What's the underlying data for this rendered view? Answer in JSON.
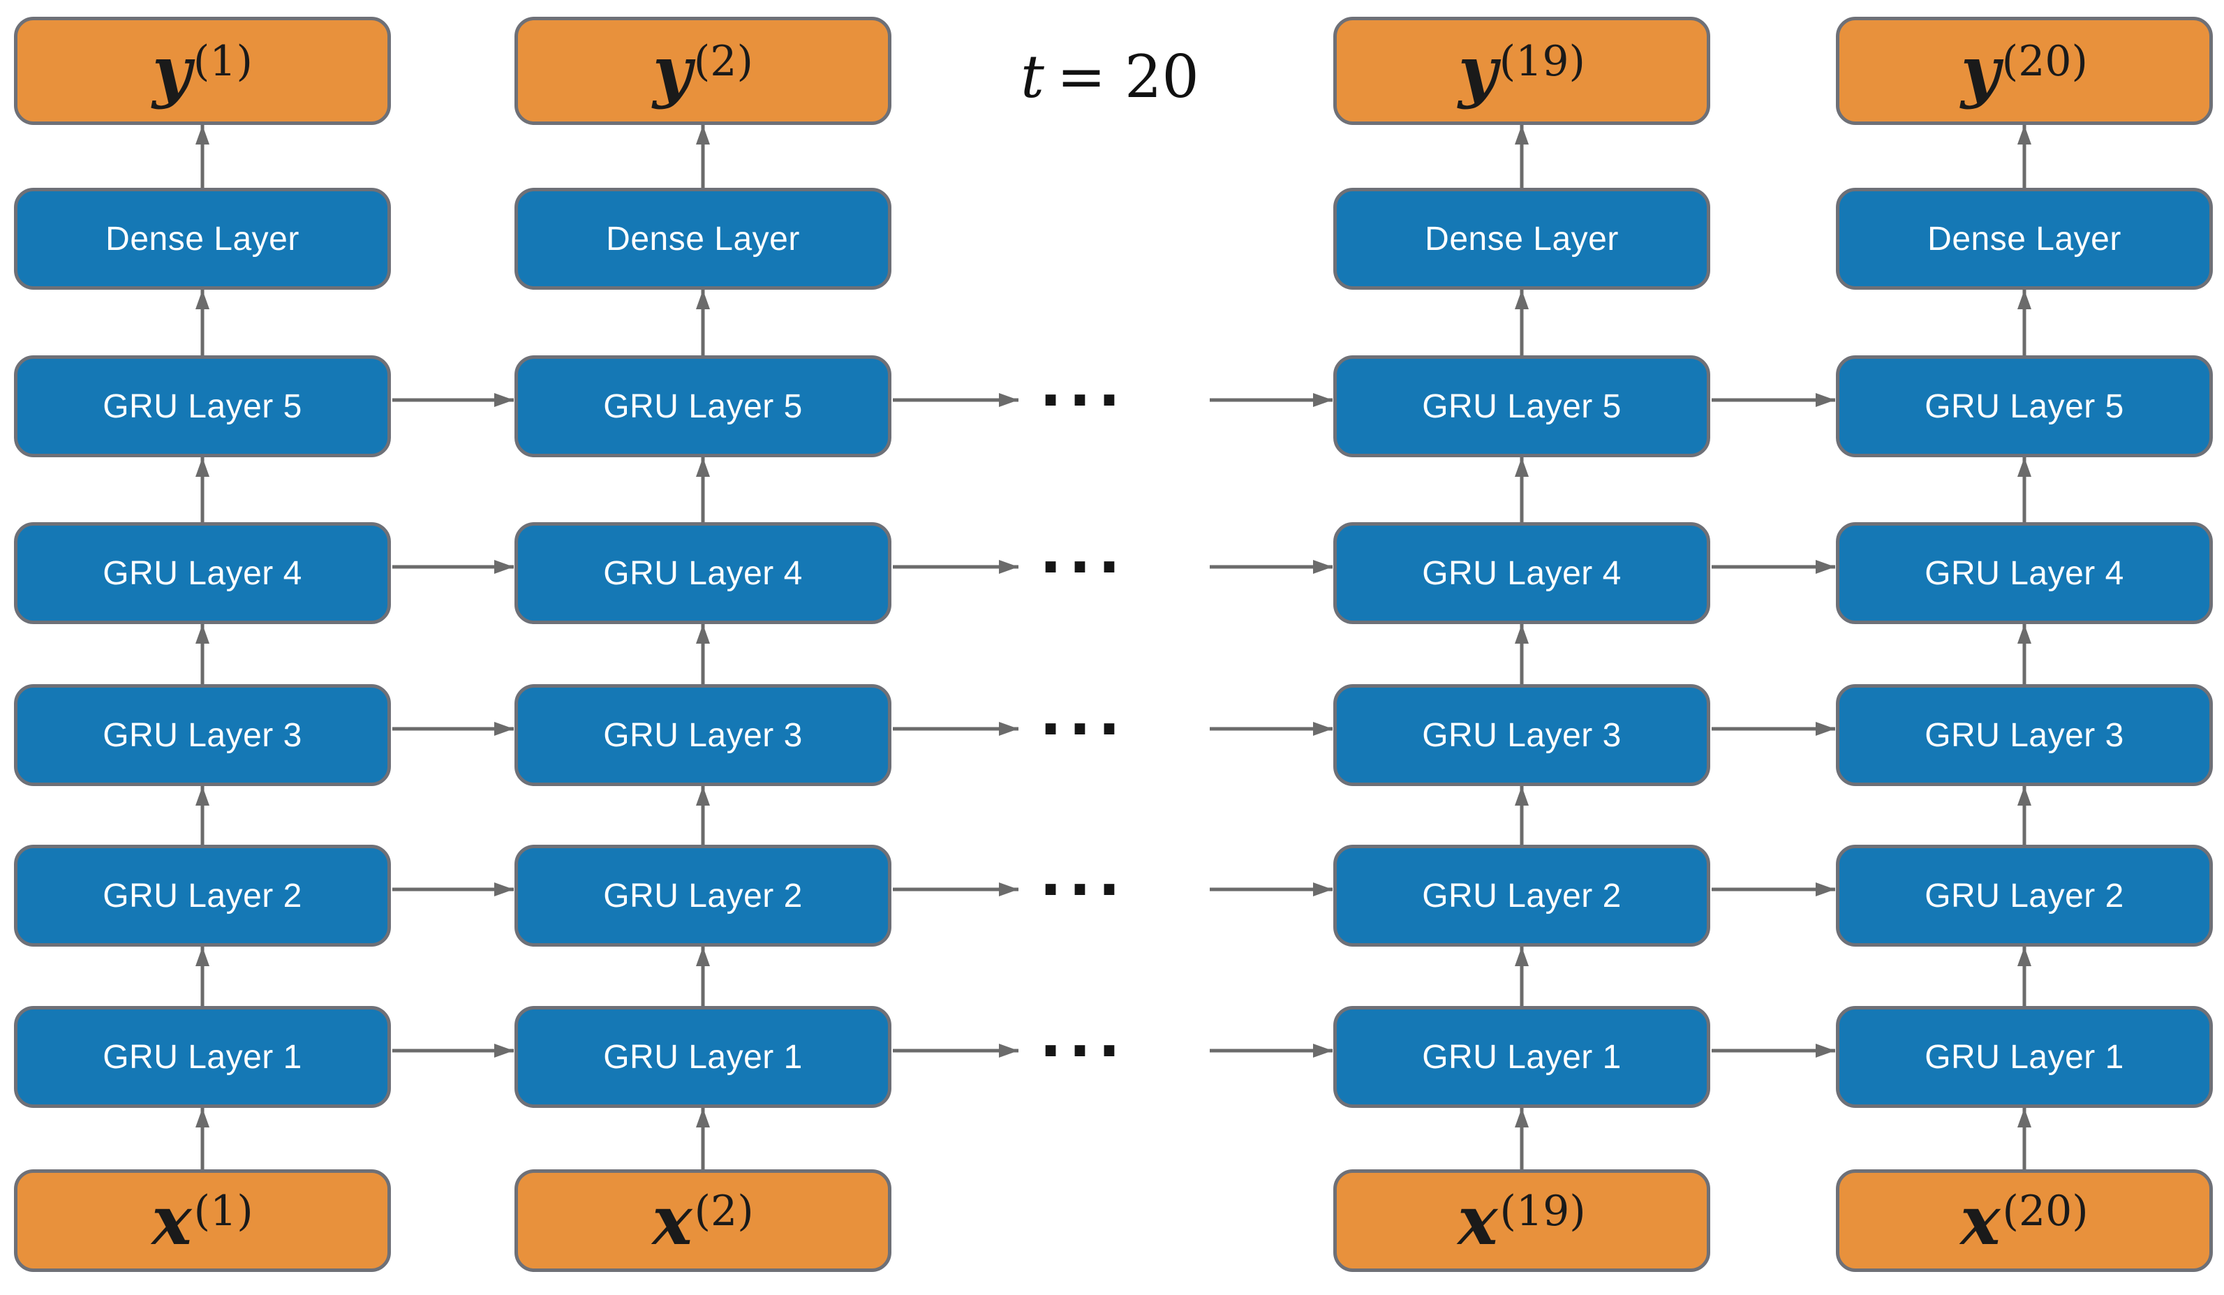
{
  "header": {
    "time_var": "t",
    "time_rest": "= 20"
  },
  "diagram": {
    "colors": {
      "box_orange": "#E8913C",
      "box_blue": "#1578B5",
      "box_border": "#6E7077",
      "arrow_gray": "#6B6B6B",
      "label_light": "#FFFFFF",
      "label_dark": "#1A1A1A"
    },
    "ellipsis": "···",
    "layers": [
      "Dense Layer",
      "GRU Layer 5",
      "GRU Layer 4",
      "GRU Layer 3",
      "GRU Layer 2",
      "GRU Layer 1"
    ],
    "columns": [
      {
        "timestep": 1,
        "output_base": "y",
        "output_sup": "(1)",
        "input_base": "x",
        "input_sup": "(1)"
      },
      {
        "timestep": 2,
        "output_base": "y",
        "output_sup": "(2)",
        "input_base": "x",
        "input_sup": "(2)"
      },
      {
        "timestep": 19,
        "output_base": "y",
        "output_sup": "(19)",
        "input_base": "x",
        "input_sup": "(19)"
      },
      {
        "timestep": 20,
        "output_base": "y",
        "output_sup": "(20)",
        "input_base": "x",
        "input_sup": "(20)"
      }
    ]
  }
}
